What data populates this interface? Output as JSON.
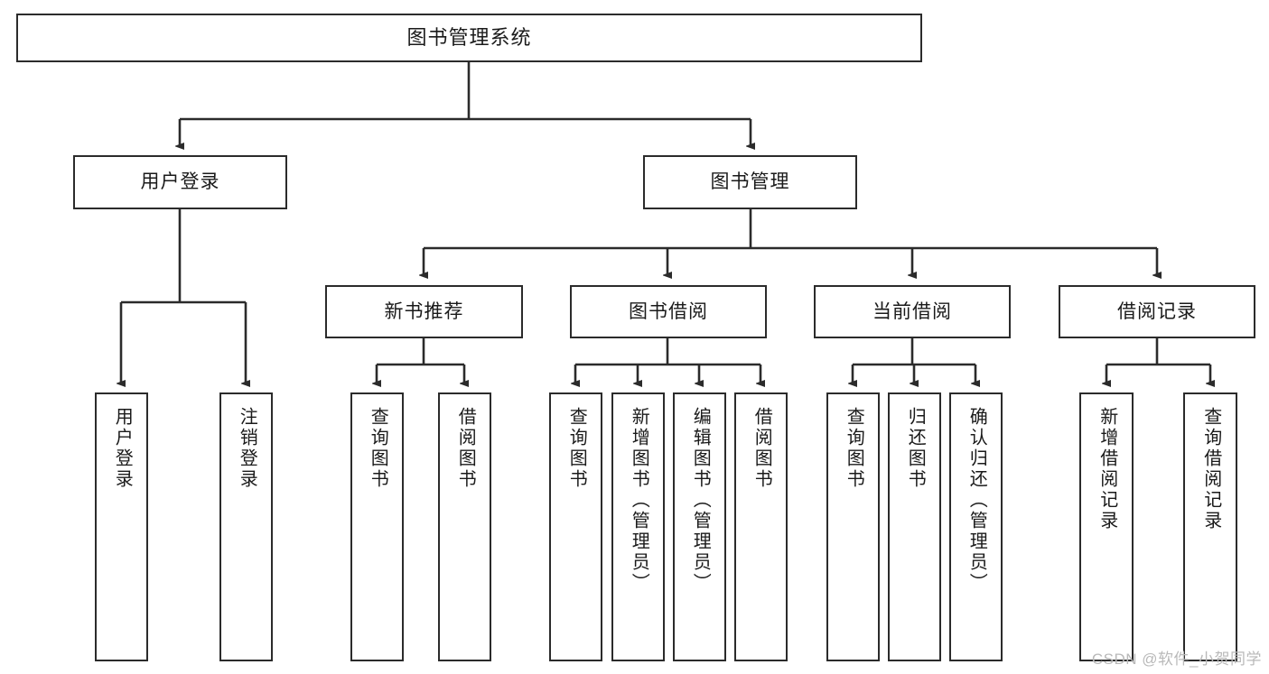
{
  "diagram": {
    "type": "tree-hierarchy-flowchart",
    "title": "图书管理系统",
    "watermark": "CSDN @软件_小贺同学",
    "colors": {
      "stroke": "#2b2b2b",
      "fill": "#ffffff",
      "text": "#1a1a1a",
      "watermark": "#b9b9b9"
    },
    "levels": {
      "root": {
        "label": "图书管理系统"
      },
      "level2": [
        {
          "id": "user-login",
          "label": "用户登录"
        },
        {
          "id": "book-manage",
          "label": "图书管理"
        }
      ],
      "level3": [
        {
          "id": "new-book-recommend",
          "label": "新书推荐",
          "parent": "book-manage"
        },
        {
          "id": "book-borrow",
          "label": "图书借阅",
          "parent": "book-manage"
        },
        {
          "id": "current-borrow",
          "label": "当前借阅",
          "parent": "book-manage"
        },
        {
          "id": "borrow-record",
          "label": "借阅记录",
          "parent": "book-manage"
        }
      ],
      "leaves": [
        {
          "id": "leaf-user-login",
          "label": "用户登录",
          "parent": "user-login"
        },
        {
          "id": "leaf-logout-login",
          "label": "注销登录",
          "parent": "user-login"
        },
        {
          "id": "leaf-query-book-1",
          "label": "查询图书",
          "parent": "new-book-recommend"
        },
        {
          "id": "leaf-borrow-book-1",
          "label": "借阅图书",
          "parent": "new-book-recommend"
        },
        {
          "id": "leaf-query-book-2",
          "label": "查询图书",
          "parent": "book-borrow"
        },
        {
          "id": "leaf-add-book",
          "label": "新增图书（管理员）",
          "parent": "book-borrow"
        },
        {
          "id": "leaf-edit-book",
          "label": "编辑图书（管理员）",
          "parent": "book-borrow"
        },
        {
          "id": "leaf-borrow-book-2",
          "label": "借阅图书",
          "parent": "book-borrow"
        },
        {
          "id": "leaf-query-book-3",
          "label": "查询图书",
          "parent": "current-borrow"
        },
        {
          "id": "leaf-return-book",
          "label": "归还图书",
          "parent": "current-borrow"
        },
        {
          "id": "leaf-confirm-return",
          "label": "确认归还（管理员）",
          "parent": "current-borrow"
        },
        {
          "id": "leaf-add-record",
          "label": "新增借阅记录",
          "parent": "borrow-record"
        },
        {
          "id": "leaf-query-record",
          "label": "查询借阅记录",
          "parent": "borrow-record"
        }
      ]
    }
  }
}
